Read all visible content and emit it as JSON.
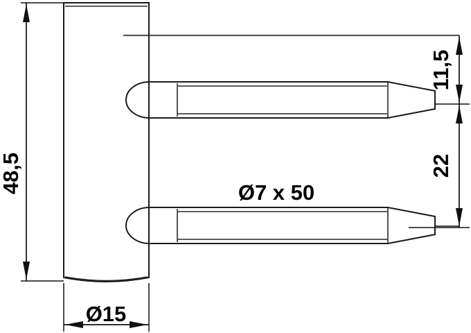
{
  "drawing": {
    "title": "Door hinge pin technical drawing",
    "background_color": "#ffffff",
    "line_color": "#1a1a1a",
    "centerline_color": "#5a5a5a",
    "text_color": "#000000"
  },
  "dimensions": {
    "height_overall": {
      "label": "48,5",
      "orientation": "vertical",
      "position": "left"
    },
    "plate_width": {
      "label": "Ø15",
      "orientation": "horizontal",
      "position": "bottom"
    },
    "pin_spec": {
      "label": "Ø7 x 50",
      "orientation": "horizontal",
      "position": "center"
    },
    "top_offset": {
      "label": "11,5",
      "orientation": "vertical",
      "position": "right"
    },
    "pin_spacing": {
      "label": "22",
      "orientation": "vertical",
      "position": "right"
    }
  },
  "parts": [
    {
      "name": "mounting-plate",
      "shape": "rectangle-rounded-bottom"
    },
    {
      "name": "upper-pin",
      "shape": "rounded-head-tapered-tip"
    },
    {
      "name": "lower-pin",
      "shape": "rounded-head-tapered-tip"
    }
  ]
}
